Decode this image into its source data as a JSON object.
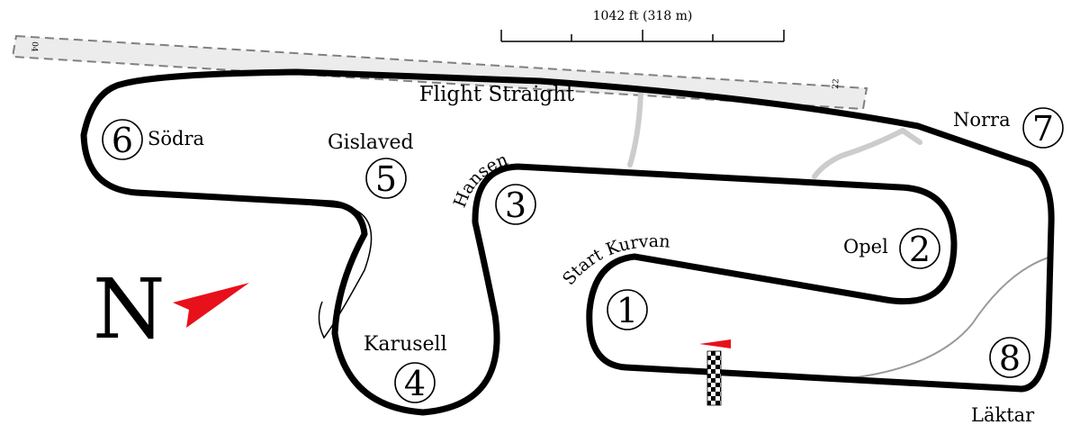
{
  "scale_bar": {
    "label": "1042 ft (318 m)"
  },
  "runway": {
    "end_a": "04",
    "end_b": "22"
  },
  "compass": {
    "letter": "N",
    "arrow_color": "#e8101a"
  },
  "colors": {
    "track": "#000000",
    "service_roads": "#cccccc",
    "runway_fill": "#ececec",
    "runway_outline": "#808080"
  },
  "straight_label": "Flight Straight",
  "corners": [
    {
      "number": "1",
      "name": "Start Kurvan"
    },
    {
      "number": "2",
      "name": "Opel"
    },
    {
      "number": "3",
      "name": "Hansen"
    },
    {
      "number": "4",
      "name": "Karusell"
    },
    {
      "number": "5",
      "name": "Gislaved"
    },
    {
      "number": "6",
      "name": "Södra"
    },
    {
      "number": "7",
      "name": "Norra"
    },
    {
      "number": "8",
      "name": "Läktar"
    }
  ],
  "icons": [
    "north-arrow-icon",
    "start-flag-icon",
    "checkered-line-icon"
  ]
}
